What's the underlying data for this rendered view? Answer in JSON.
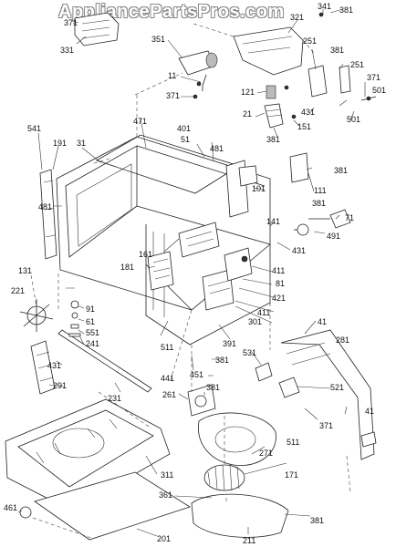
{
  "watermark": "AppliancePartsPros.com",
  "callouts": {
    "c341": "341",
    "c381a": "381",
    "c371a": "371",
    "c331": "331",
    "c321": "321",
    "c351": "351",
    "c251a": "251",
    "c381b": "381",
    "c251b": "251",
    "c11": "11",
    "c371b": "371",
    "c121": "121",
    "c371c": "371",
    "c501a": "501",
    "c21": "21",
    "c431a": "431",
    "c151": "151",
    "c501b": "501",
    "c381c": "381",
    "c541": "541",
    "c191": "191",
    "c31": "31",
    "c471": "471",
    "c401": "401",
    "c51": "51",
    "c481a": "481",
    "c381d": "381",
    "c101": "101",
    "c111": "111",
    "c481b": "481",
    "c381e": "381",
    "c71": "71",
    "c141": "141",
    "c491": "491",
    "c161": "161",
    "c431b": "431",
    "c181": "181",
    "c131": "131",
    "c411a": "411",
    "c81": "81",
    "c221": "221",
    "c421": "421",
    "c91": "91",
    "c411b": "411",
    "c61": "61",
    "c301": "301",
    "c551": "551",
    "c241": "241",
    "c41a": "41",
    "c511a": "511",
    "c391": "391",
    "c281": "281",
    "c531": "531",
    "c381f": "381",
    "c431c": "431",
    "c451": "451",
    "c441": "441",
    "c291": "291",
    "c381g": "381",
    "c521": "521",
    "c231": "231",
    "c261": "261",
    "c371d": "371",
    "c41b": "41",
    "c511b": "511",
    "c271": "271",
    "c311": "311",
    "c171": "171",
    "c361": "361",
    "c461": "461",
    "c201": "201",
    "c211": "211",
    "c381h": "381"
  }
}
